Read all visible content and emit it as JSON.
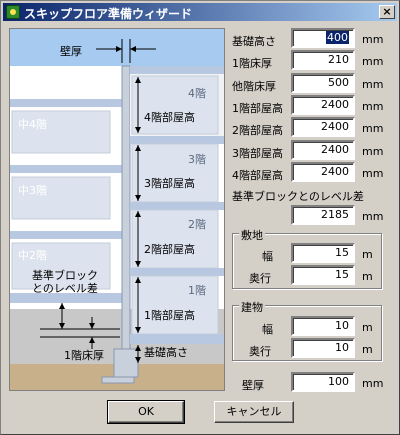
{
  "window": {
    "title": "スキップフロア準備ウィザード",
    "close_glyph": "×"
  },
  "diagram": {
    "wall_thickness": "壁厚",
    "floor4_room": "4階部屋高",
    "floor3_room": "3階部屋高",
    "floor2_room": "2階部屋高",
    "floor1_room": "1階部屋高",
    "floor4_tag": "4階",
    "floor3_tag": "3階",
    "floor2_tag": "2階",
    "floor1_tag": "1階",
    "mid4": "中4階",
    "mid3": "中3階",
    "mid2": "中2階",
    "level_diff_line1": "基準ブロック",
    "level_diff_line2": "とのレベル差",
    "first_floor_thickness": "1階床厚",
    "foundation_height": "基礎高さ"
  },
  "fields": [
    {
      "label": "基礎高さ",
      "value": "400",
      "unit": "mm"
    },
    {
      "label": "1階床厚",
      "value": "210",
      "unit": "mm"
    },
    {
      "label": "他階床厚",
      "value": "500",
      "unit": "mm"
    },
    {
      "label": "1階部屋高",
      "value": "2400",
      "unit": "mm"
    },
    {
      "label": "2階部屋高",
      "value": "2400",
      "unit": "mm"
    },
    {
      "label": "3階部屋高",
      "value": "2400",
      "unit": "mm"
    },
    {
      "label": "4階部屋高",
      "value": "2400",
      "unit": "mm"
    }
  ],
  "level_diff": {
    "label": "基準ブロックとのレベル差",
    "value": "2185",
    "unit": "mm"
  },
  "site": {
    "title": "敷地",
    "width_label": "幅",
    "width_value": "15",
    "width_unit": "m",
    "depth_label": "奥行",
    "depth_value": "15",
    "depth_unit": "m"
  },
  "building": {
    "title": "建物",
    "width_label": "幅",
    "width_value": "10",
    "width_unit": "m",
    "depth_label": "奥行",
    "depth_value": "10",
    "depth_unit": "m"
  },
  "wall": {
    "label": "壁厚",
    "value": "100",
    "unit": "mm"
  },
  "buttons": {
    "ok": "OK",
    "cancel": "キャンセル"
  },
  "colors": {
    "title_start": "#0a246a",
    "sky": "#a6caf0",
    "selection": "#0a246a"
  }
}
